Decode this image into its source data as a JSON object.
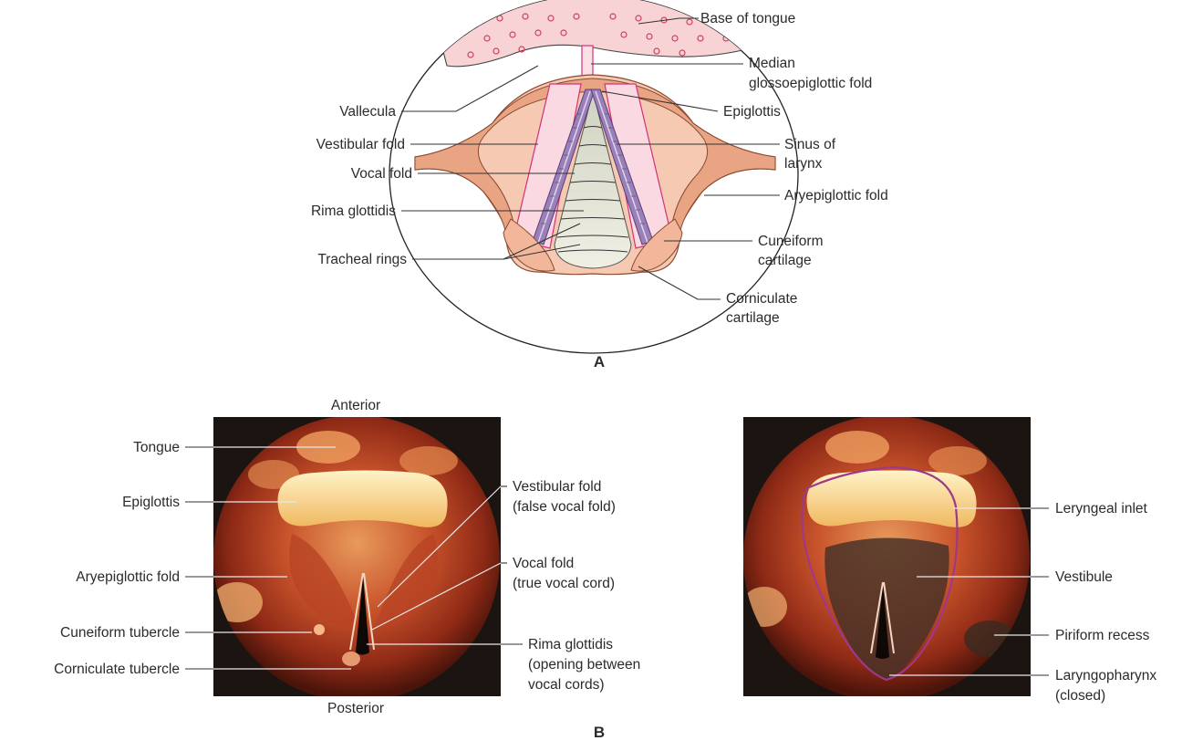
{
  "panel_a": {
    "letter": "A",
    "labels": {
      "base_of_tongue": "Base of tongue",
      "median_fold_1": "Median",
      "median_fold_2": "glossoepiglottic fold",
      "epiglottis": "Epiglottis",
      "sinus_1": "Sinus of",
      "sinus_2": "larynx",
      "aryepiglottic_fold": "Aryepiglottic fold",
      "cuneiform_1": "Cuneiform",
      "cuneiform_2": "cartilage",
      "corniculate_1": "Corniculate",
      "corniculate_2": "cartilage",
      "vallecula": "Vallecula",
      "vestibular_fold": "Vestibular fold",
      "vocal_fold": "Vocal fold",
      "rima_glottidis": "Rima glottidis",
      "tracheal_rings": "Tracheal rings"
    }
  },
  "panel_b": {
    "letter": "B",
    "anterior": "Anterior",
    "posterior": "Posterior",
    "left_labels": {
      "tongue": "Tongue",
      "epiglottis": "Epiglottis",
      "aryepiglottic_fold": "Aryepiglottic fold",
      "cuneiform_tubercle": "Cuneiform tubercle",
      "corniculate_tubercle": "Corniculate tubercle"
    },
    "middle_labels": {
      "vestibular_1": "Vestibular fold",
      "vestibular_2": "(false vocal fold)",
      "vocal_1": "Vocal fold",
      "vocal_2": "(true vocal cord)",
      "rima_1": "Rima glottidis",
      "rima_2": "(opening between",
      "rima_3": "vocal cords)"
    },
    "right_labels": {
      "laryngeal_inlet": "Leryngeal inlet",
      "vestibule": "Vestibule",
      "piriform_recess": "Piriform recess",
      "laryngopharynx_1": "Laryngopharynx",
      "laryngopharynx_2": "(closed)"
    }
  },
  "colors": {
    "tissue_pink": "#f5c9b2",
    "fold_salmon": "#e9a484",
    "magenta_outline": "#d4307a",
    "vocal_cord_purple": "#8a6aa6",
    "photo_dark": "#1c1410"
  }
}
